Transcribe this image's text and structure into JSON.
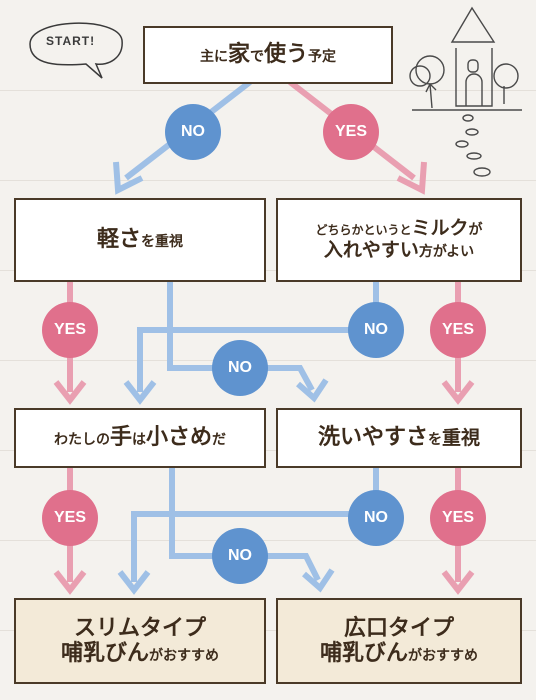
{
  "start_label": "START!",
  "nodes": {
    "q1": {
      "pre": "",
      "a": "主",
      "b": "に",
      "c": "家",
      "d": "で",
      "e": "使う",
      "f": "予定"
    },
    "q2": {
      "a": "軽さ",
      "b": "を",
      "c": "重視"
    },
    "q3": {
      "l1a": "どちらかというと",
      "l1b": "ミルク",
      "l1c": "が",
      "l2a": "入れやすい",
      "l2b": "方",
      "l2c": "がよい"
    },
    "q4": {
      "a": "わたしの",
      "b": "手",
      "c": "は",
      "d": "小さめ",
      "e": "だ"
    },
    "q5": {
      "a": "洗いやすさ",
      "b": "を",
      "c": "重視"
    },
    "r1": {
      "title": "スリムタイプ",
      "sub_a": "哺乳びん",
      "sub_b": "がおすすめ"
    },
    "r2": {
      "title": "広口タイプ",
      "sub_a": "哺乳びん",
      "sub_b": "がおすすめ"
    }
  },
  "answers": {
    "yes": "YES",
    "no": "NO"
  },
  "colors": {
    "yes": "#e0708c",
    "no": "#5f93cf",
    "border": "#4a3a28",
    "text": "#3d2c1c"
  }
}
